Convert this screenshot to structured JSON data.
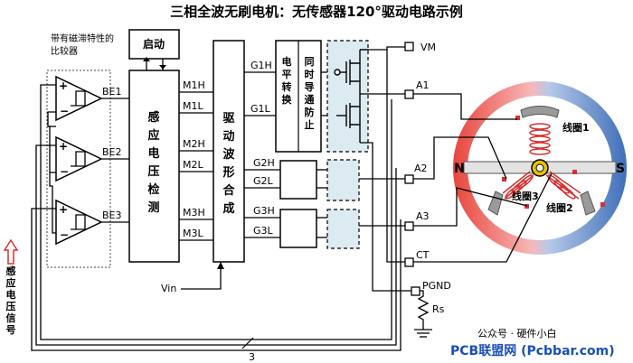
{
  "title": "三相全波无刷电机：无传感器120°驱动电路示例",
  "comparator_note": [
    "带有磁滞特性的",
    "比较器"
  ],
  "blocks": {
    "start": "启动",
    "induced_detect": [
      "感",
      "应",
      "电",
      "压",
      "检",
      "测"
    ],
    "drive_waveform": [
      "驱",
      "动",
      "波",
      "形",
      "合",
      "成"
    ],
    "level_shift": [
      "电",
      "平",
      "转",
      "换"
    ],
    "shoot_through": [
      "同",
      "时",
      "导",
      "通",
      "防",
      "止"
    ]
  },
  "comparator_outputs": [
    "BE1",
    "BE2",
    "BE3"
  ],
  "detect_outputs": [
    "M1H",
    "M1L",
    "M2H",
    "M2L",
    "M3H",
    "M3L"
  ],
  "gate_signals": [
    "G1H",
    "G1L",
    "G2H",
    "G2L",
    "G3H",
    "G3L"
  ],
  "terminals": {
    "vm": "VM",
    "a1": "A1",
    "a2": "A2",
    "a3": "A3",
    "ct": "CT",
    "pgnd": "PGND",
    "rs": "Rs",
    "vin": "Vin",
    "bus_count": "3"
  },
  "motor": {
    "north": "N",
    "south": "S",
    "coil1": "线圈1",
    "coil2": "线圈2",
    "coil3": "线圈3"
  },
  "side_label": [
    "感",
    "应",
    "电",
    "压",
    "信",
    "号"
  ],
  "watermark_wechat": "公众号 · 硬件小白",
  "watermark_pcbbar": "PCB联盟网 (Pcbbar.com)",
  "colors": {
    "pole_red": "#e8453c",
    "pole_blue": "#3f6fb8",
    "fet_box": "#dcebf2",
    "coil": "#d83030"
  }
}
